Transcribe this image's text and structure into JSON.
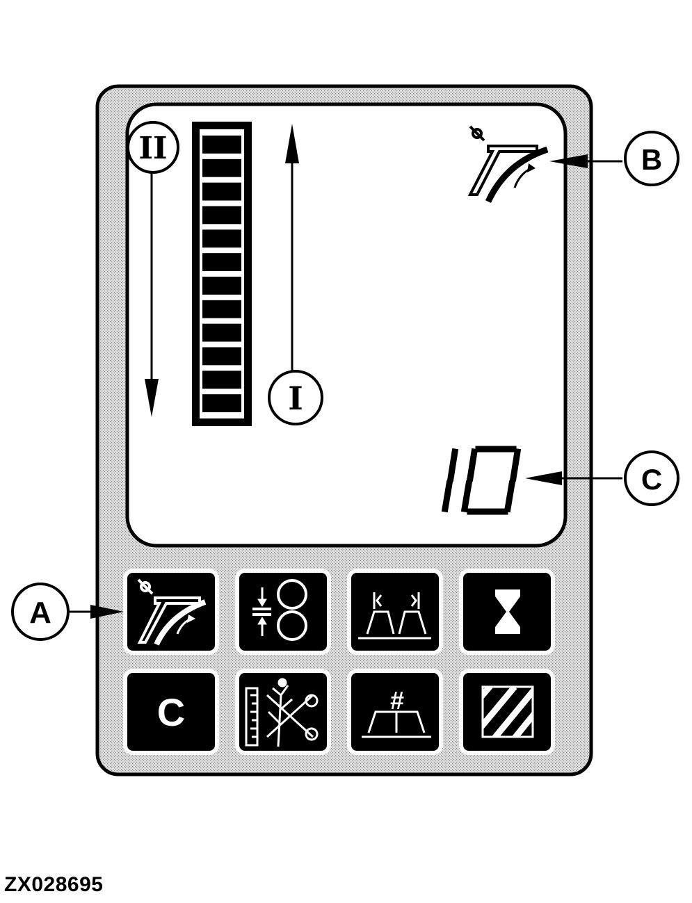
{
  "display": {
    "counter_value": "10"
  },
  "callouts": {
    "gear_one": "I",
    "gear_two": "II",
    "a": "A",
    "b": "B",
    "c": "C"
  },
  "keypad": {
    "buttons": [
      {
        "icon": "header-height-icon"
      },
      {
        "icon": "roll-gap-icon"
      },
      {
        "icon": "row-width-icon"
      },
      {
        "icon": "hourglass-icon"
      },
      {
        "icon": "c-letter-icon",
        "label": "C"
      },
      {
        "icon": "cutting-height-icon"
      },
      {
        "icon": "row-count-icon",
        "label": "#"
      },
      {
        "icon": "hatched-area-icon"
      }
    ]
  },
  "level_bar": {
    "segments_total": 12
  },
  "figure_id": "ZX028695"
}
